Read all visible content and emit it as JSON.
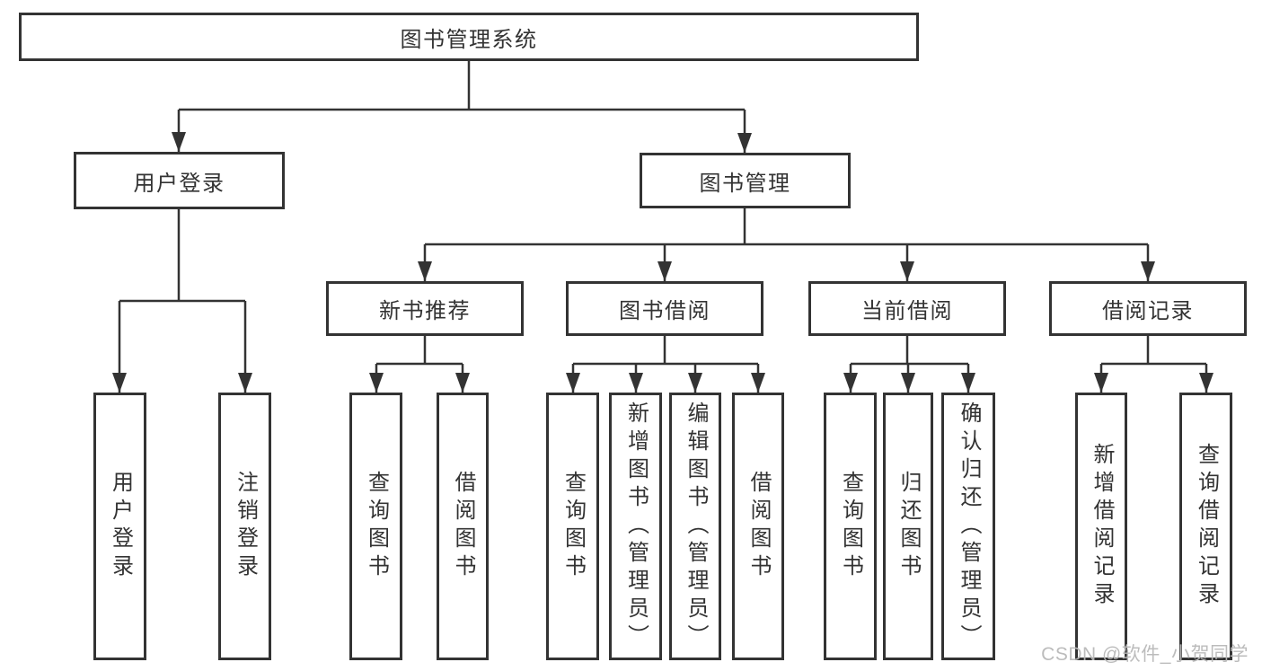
{
  "page": {
    "background": "#ffffff",
    "line_color": "#333333",
    "box_border_color": "#333333",
    "text_color": "#333333",
    "watermark_color": "#b8b8b8"
  },
  "watermark": {
    "text": "CSDN @软件_小贺同学"
  },
  "tree": {
    "label": "图书管理系统",
    "children": [
      {
        "label": "用户登录",
        "children": [
          {
            "label": "用户登录"
          },
          {
            "label": "注销登录"
          }
        ]
      },
      {
        "label": "图书管理",
        "children": [
          {
            "label": "新书推荐",
            "children": [
              {
                "label": "查询图书"
              },
              {
                "label": "借阅图书"
              }
            ]
          },
          {
            "label": "图书借阅",
            "children": [
              {
                "label": "查询图书"
              },
              {
                "label": "新增图书（管理员）"
              },
              {
                "label": "编辑图书（管理员）"
              },
              {
                "label": "借阅图书"
              }
            ]
          },
          {
            "label": "当前借阅",
            "children": [
              {
                "label": "查询图书"
              },
              {
                "label": "归还图书"
              },
              {
                "label": "确认归还（管理员）"
              }
            ]
          },
          {
            "label": "借阅记录",
            "children": [
              {
                "label": "新增借阅记录"
              },
              {
                "label": "查询借阅记录"
              }
            ]
          }
        ]
      }
    ]
  }
}
